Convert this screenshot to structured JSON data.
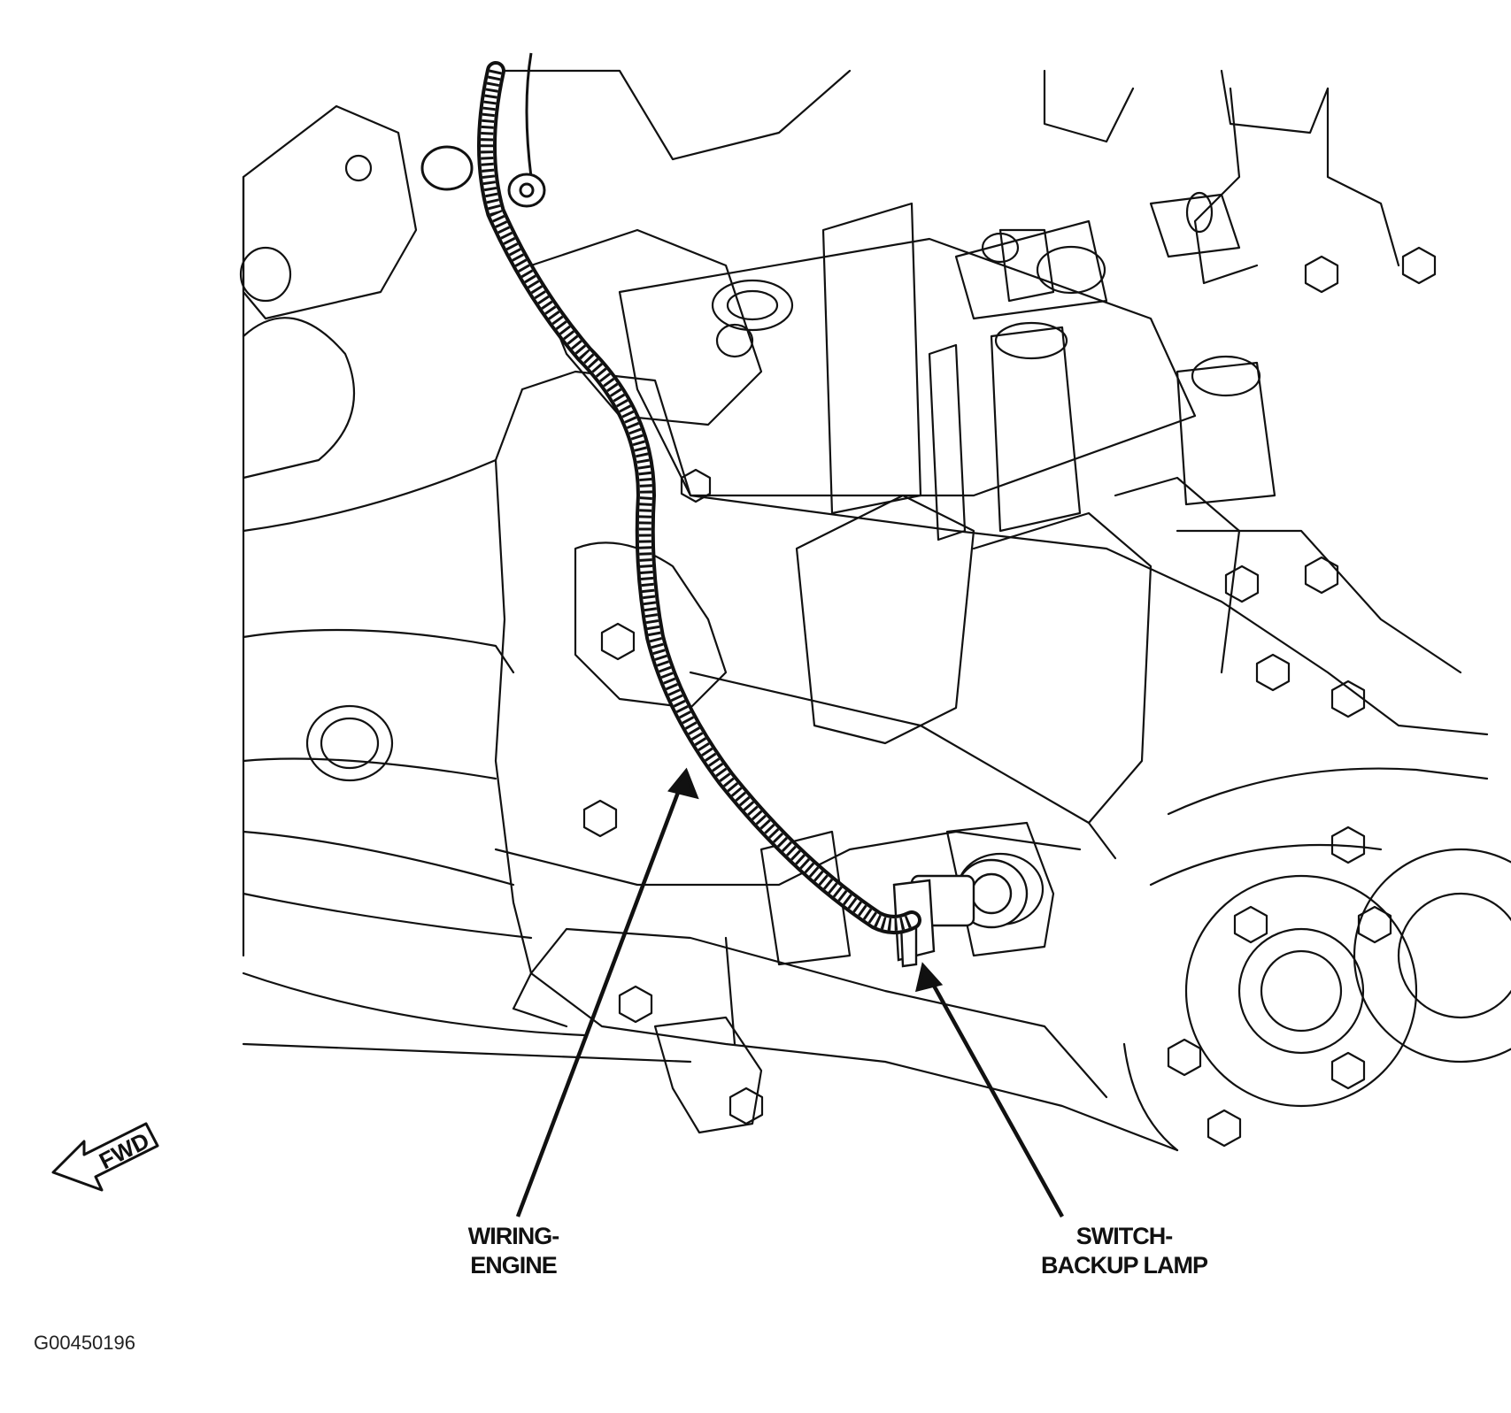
{
  "labels": {
    "wiring_engine": "WIRING-\nENGINE",
    "switch_backup_lamp": "SWITCH-\nBACKUP LAMP"
  },
  "forward_marker": "FWD",
  "figure_id": "G00450196"
}
